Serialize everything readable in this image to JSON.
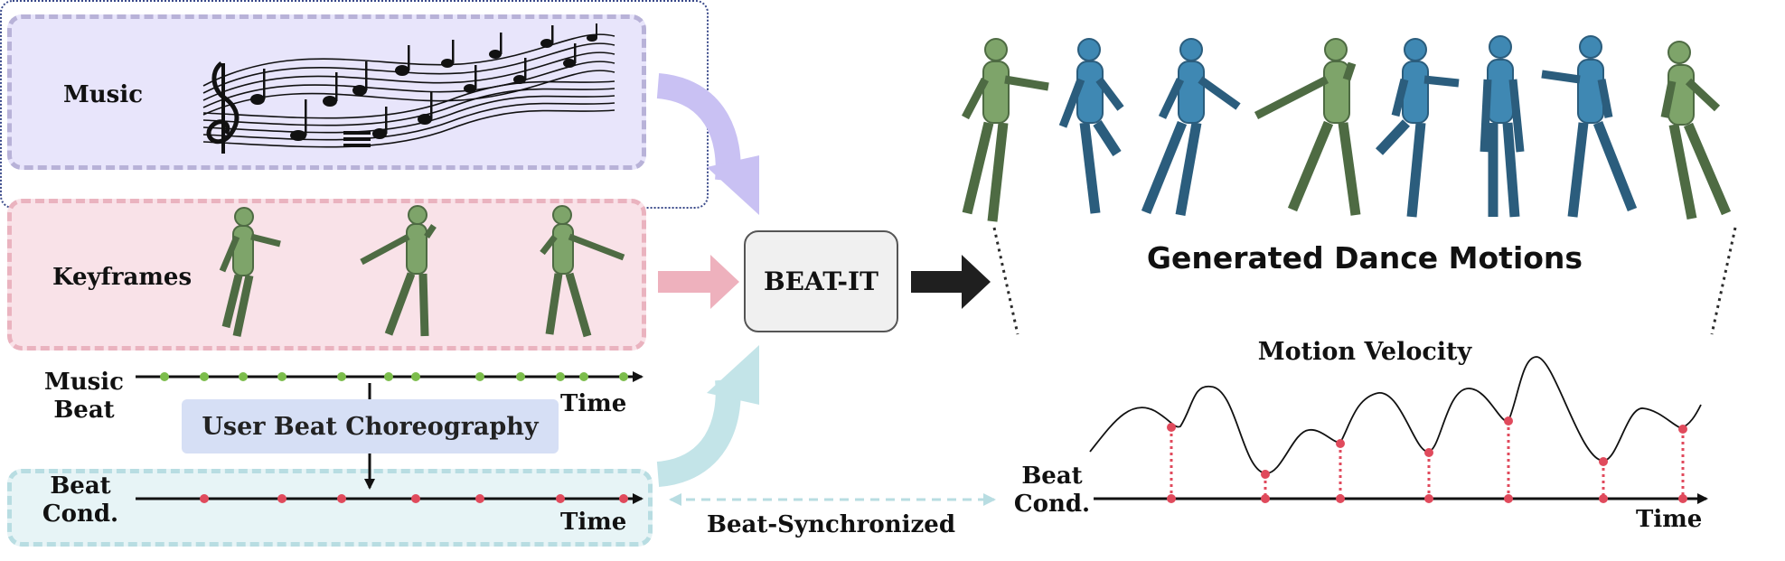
{
  "inputs": {
    "music_label": "Music",
    "keyframes_label": "Keyframes",
    "music_beat_label": "Music\nBeat",
    "beat_cond_label": "Beat\nCond.",
    "time_label": "Time",
    "user_beat_label": "User Beat Choreography"
  },
  "model": {
    "name": "BEAT-IT"
  },
  "output": {
    "title": "Generated Dance Motions",
    "velocity_title": "Motion Velocity",
    "beat_cond_label": "Beat\nCond.",
    "time_label": "Time"
  },
  "sync_label": "Beat-Synchronized",
  "colors": {
    "music": "#e8e5fb",
    "keyframes": "#f9e2e8",
    "beat_cond": "#e7f4f6",
    "user_box": "#d6dff5",
    "green_figure": "#7ea46a",
    "blue_figure": "#3f88b3",
    "music_beat_dot": "#7cbd4c",
    "beat_dot": "#e04a5c",
    "arrow_music": "#c9c1f3",
    "arrow_keyframes": "#eeb1bd",
    "arrow_beat": "#c3e4e8",
    "arrow_output": "#1f1f1f"
  },
  "icons": [
    "music-notes-icon",
    "treble-clef-icon",
    "dance-figure-icon"
  ]
}
